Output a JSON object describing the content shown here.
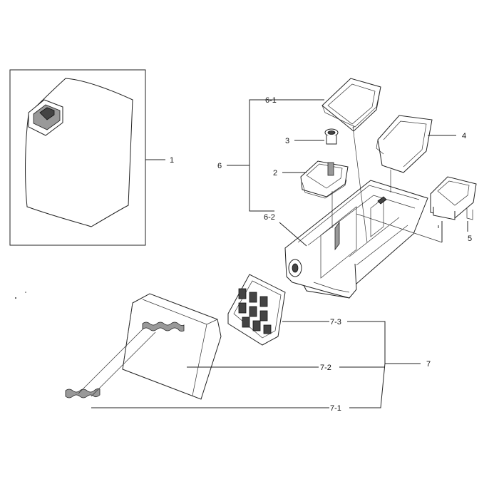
{
  "callouts": {
    "c1": "1",
    "c2": "2",
    "c3": "3",
    "c4": "4",
    "c5": "5",
    "c6": "6",
    "c6_1": "6-1",
    "c6_2": "6-2",
    "c7": "7",
    "c7_1": "7-1",
    "c7_2": "7-2",
    "c7_3": "7-3"
  }
}
